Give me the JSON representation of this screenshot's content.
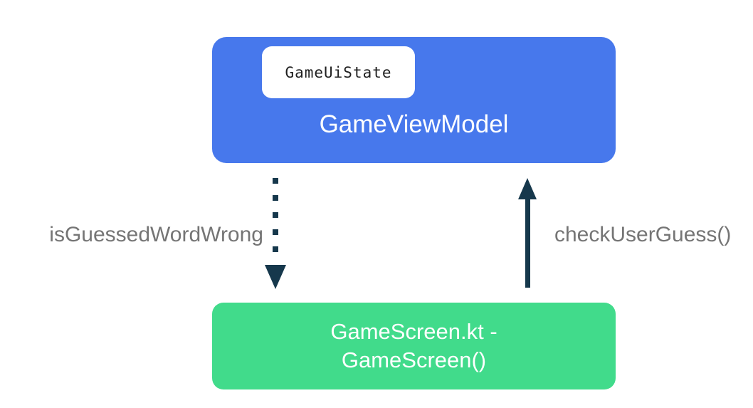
{
  "diagram": {
    "view_model_box": {
      "title": "GameViewModel",
      "state_chip": "GameUiState",
      "fill_color": "#4778EC"
    },
    "screen_box": {
      "title_line1": "GameScreen.kt -",
      "title_line2": "GameScreen()",
      "fill_color": "#41DB8B"
    },
    "arrows": {
      "down_dotted_label": "isGuessedWordWrong",
      "up_solid_label": "checkUserGuess()",
      "color": "#16384C"
    },
    "label_color": "#757575"
  }
}
